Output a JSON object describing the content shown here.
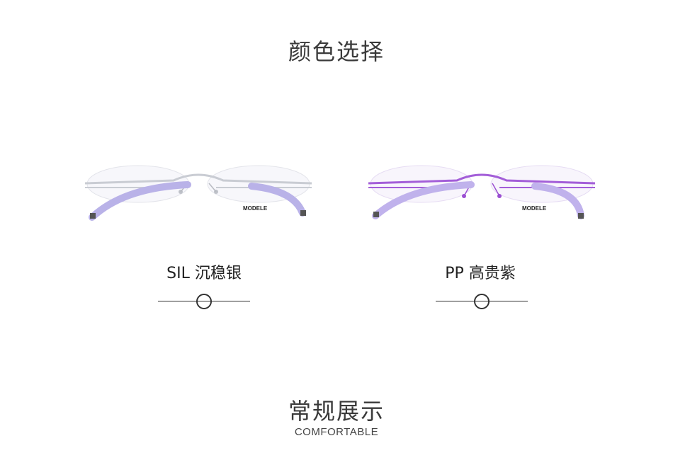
{
  "header": {
    "title": "颜色选择"
  },
  "products": [
    {
      "code_name": "SIL 沉稳银",
      "brand_mark": "MODELE",
      "frame_color": "#c9ccd3",
      "temple_color": "#b9b2e8"
    },
    {
      "code_name": "PP 高贵紫",
      "brand_mark": "MODELE",
      "frame_color": "#a35ed8",
      "temple_color": "#c0b2ec"
    }
  ],
  "footer": {
    "title": "常规展示",
    "subtitle": "COMFORTABLE"
  }
}
